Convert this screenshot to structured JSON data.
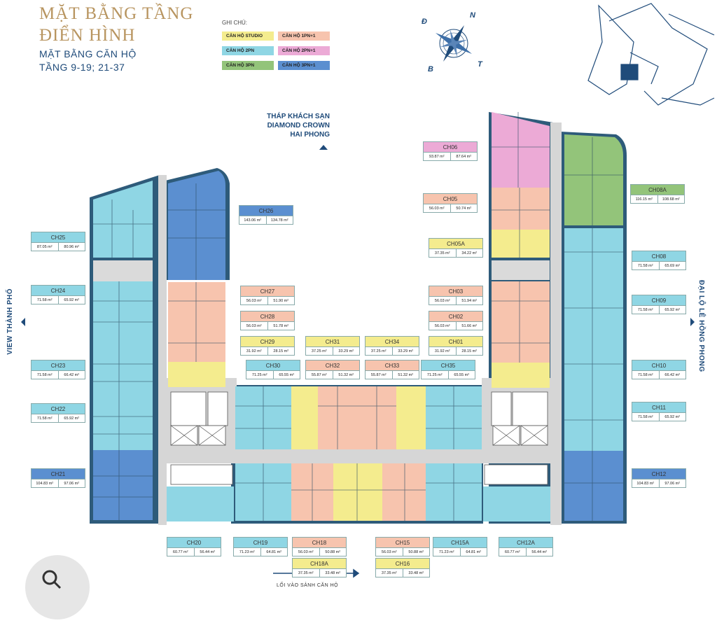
{
  "header": {
    "title_line1": "MẶT BẰNG TẦNG",
    "title_line2": "ĐIỂN HÌNH",
    "subtitle_line1": "MẶT BẰNG CĂN HỘ",
    "subtitle_line2": "TẦNG 9-19; 21-37"
  },
  "legend": {
    "label": "GHI CHÚ:",
    "items": [
      {
        "text": "CĂN HỘ STUDIO",
        "color": "#f4ec8e"
      },
      {
        "text": "CĂN HỘ 1PN+1",
        "color": "#f7c4ae"
      },
      {
        "text": "CĂN HỘ 2PN",
        "color": "#8fd6e4"
      },
      {
        "text": "CĂN HỘ 2PN+1",
        "color": "#ecaad6"
      },
      {
        "text": "CĂN HỘ 3PN",
        "color": "#93c47a"
      },
      {
        "text": "CĂN HỘ 3PN+1",
        "color": "#5b8fd0"
      }
    ]
  },
  "compass": {
    "north": "N",
    "east": "Đ",
    "west": "T",
    "south": "B"
  },
  "labels": {
    "tower": [
      "THÁP KHÁCH SẠN",
      "DIAMOND CROWN",
      "HAI PHONG"
    ],
    "left_view": "VIEW THÀNH PHỐ",
    "right_road": "ĐẠI LỘ LÊ HỒNG PHONG",
    "entrance": "LỐI VÀO SẢNH CĂN HỘ"
  },
  "colors": {
    "studio": "#f4ec8e",
    "onebr": "#f7c4ae",
    "twobr": "#8fd6e4",
    "twobr_plus": "#ecaad6",
    "threebr": "#93c47a",
    "threebr_plus": "#5b8fd0",
    "corridor": "#d8d8d8",
    "ink": "#1f4b7a"
  },
  "units": [
    {
      "code": "CH06",
      "a1": "93.87 m²",
      "a2": "87.64 m²",
      "type": "twobr_plus"
    },
    {
      "code": "CH08A",
      "a1": "116.15 m²",
      "a2": "108.68 m²",
      "type": "threebr"
    },
    {
      "code": "CH05",
      "a1": "56.03 m²",
      "a2": "50.74 m²",
      "type": "onebr"
    },
    {
      "code": "CH05A",
      "a1": "37.35 m²",
      "a2": "34.22 m²",
      "type": "studio"
    },
    {
      "code": "CH08",
      "a1": "71.58 m²",
      "a2": "65.69 m²",
      "type": "twobr"
    },
    {
      "code": "CH03",
      "a1": "56.03 m²",
      "a2": "51.94 m²",
      "type": "onebr"
    },
    {
      "code": "CH09",
      "a1": "71.58 m²",
      "a2": "65.92 m²",
      "type": "twobr"
    },
    {
      "code": "CH02",
      "a1": "56.03 m²",
      "a2": "51.66 m²",
      "type": "onebr"
    },
    {
      "code": "CH01",
      "a1": "31.92 m²",
      "a2": "28.15 m²",
      "type": "studio"
    },
    {
      "code": "CH10",
      "a1": "71.58 m²",
      "a2": "66.42 m²",
      "type": "twobr"
    },
    {
      "code": "CH11",
      "a1": "71.58 m²",
      "a2": "65.92 m²",
      "type": "twobr"
    },
    {
      "code": "CH12",
      "a1": "104.83 m²",
      "a2": "97.06 m²",
      "type": "threebr_plus"
    },
    {
      "code": "CH12A",
      "a1": "60.77 m²",
      "a2": "56.44 m²",
      "type": "twobr"
    },
    {
      "code": "CH15A",
      "a1": "71.23 m²",
      "a2": "64.81 m²",
      "type": "twobr"
    },
    {
      "code": "CH15",
      "a1": "56.03 m²",
      "a2": "50.88 m²",
      "type": "onebr"
    },
    {
      "code": "CH16",
      "a1": "37.35 m²",
      "a2": "33.48 m²",
      "type": "studio"
    },
    {
      "code": "CH18",
      "a1": "56.03 m²",
      "a2": "50.88 m²",
      "type": "onebr"
    },
    {
      "code": "CH18A",
      "a1": "37.35 m²",
      "a2": "33.48 m²",
      "type": "studio"
    },
    {
      "code": "CH19",
      "a1": "71.23 m²",
      "a2": "64.81 m²",
      "type": "twobr"
    },
    {
      "code": "CH20",
      "a1": "60.77 m²",
      "a2": "56.44 m²",
      "type": "twobr"
    },
    {
      "code": "CH21",
      "a1": "104.83 m²",
      "a2": "97.06 m²",
      "type": "threebr_plus"
    },
    {
      "code": "CH22",
      "a1": "71.58 m²",
      "a2": "65.92 m²",
      "type": "twobr"
    },
    {
      "code": "CH23",
      "a1": "71.58 m²",
      "a2": "66.42 m²",
      "type": "twobr"
    },
    {
      "code": "CH24",
      "a1": "71.58 m²",
      "a2": "65.92 m²",
      "type": "twobr"
    },
    {
      "code": "CH25",
      "a1": "87.05 m²",
      "a2": "80.96 m²",
      "type": "twobr"
    },
    {
      "code": "CH26",
      "a1": "143.06 m²",
      "a2": "134.78 m²",
      "type": "threebr_plus"
    },
    {
      "code": "CH27",
      "a1": "56.03 m²",
      "a2": "51.90 m²",
      "type": "onebr"
    },
    {
      "code": "CH28",
      "a1": "56.03 m²",
      "a2": "51.78 m²",
      "type": "onebr"
    },
    {
      "code": "CH29",
      "a1": "31.92 m²",
      "a2": "28.15 m²",
      "type": "studio"
    },
    {
      "code": "CH30",
      "a1": "71.25 m²",
      "a2": "65.55 m²",
      "type": "twobr"
    },
    {
      "code": "CH31",
      "a1": "37.25 m²",
      "a2": "33.29 m²",
      "type": "studio"
    },
    {
      "code": "CH32",
      "a1": "55.87 m²",
      "a2": "51.32 m²",
      "type": "onebr"
    },
    {
      "code": "CH33",
      "a1": "55.87 m²",
      "a2": "51.32 m²",
      "type": "onebr"
    },
    {
      "code": "CH34",
      "a1": "37.25 m²",
      "a2": "33.29 m²",
      "type": "studio"
    },
    {
      "code": "CH35",
      "a1": "71.25 m²",
      "a2": "65.55 m²",
      "type": "twobr"
    }
  ]
}
